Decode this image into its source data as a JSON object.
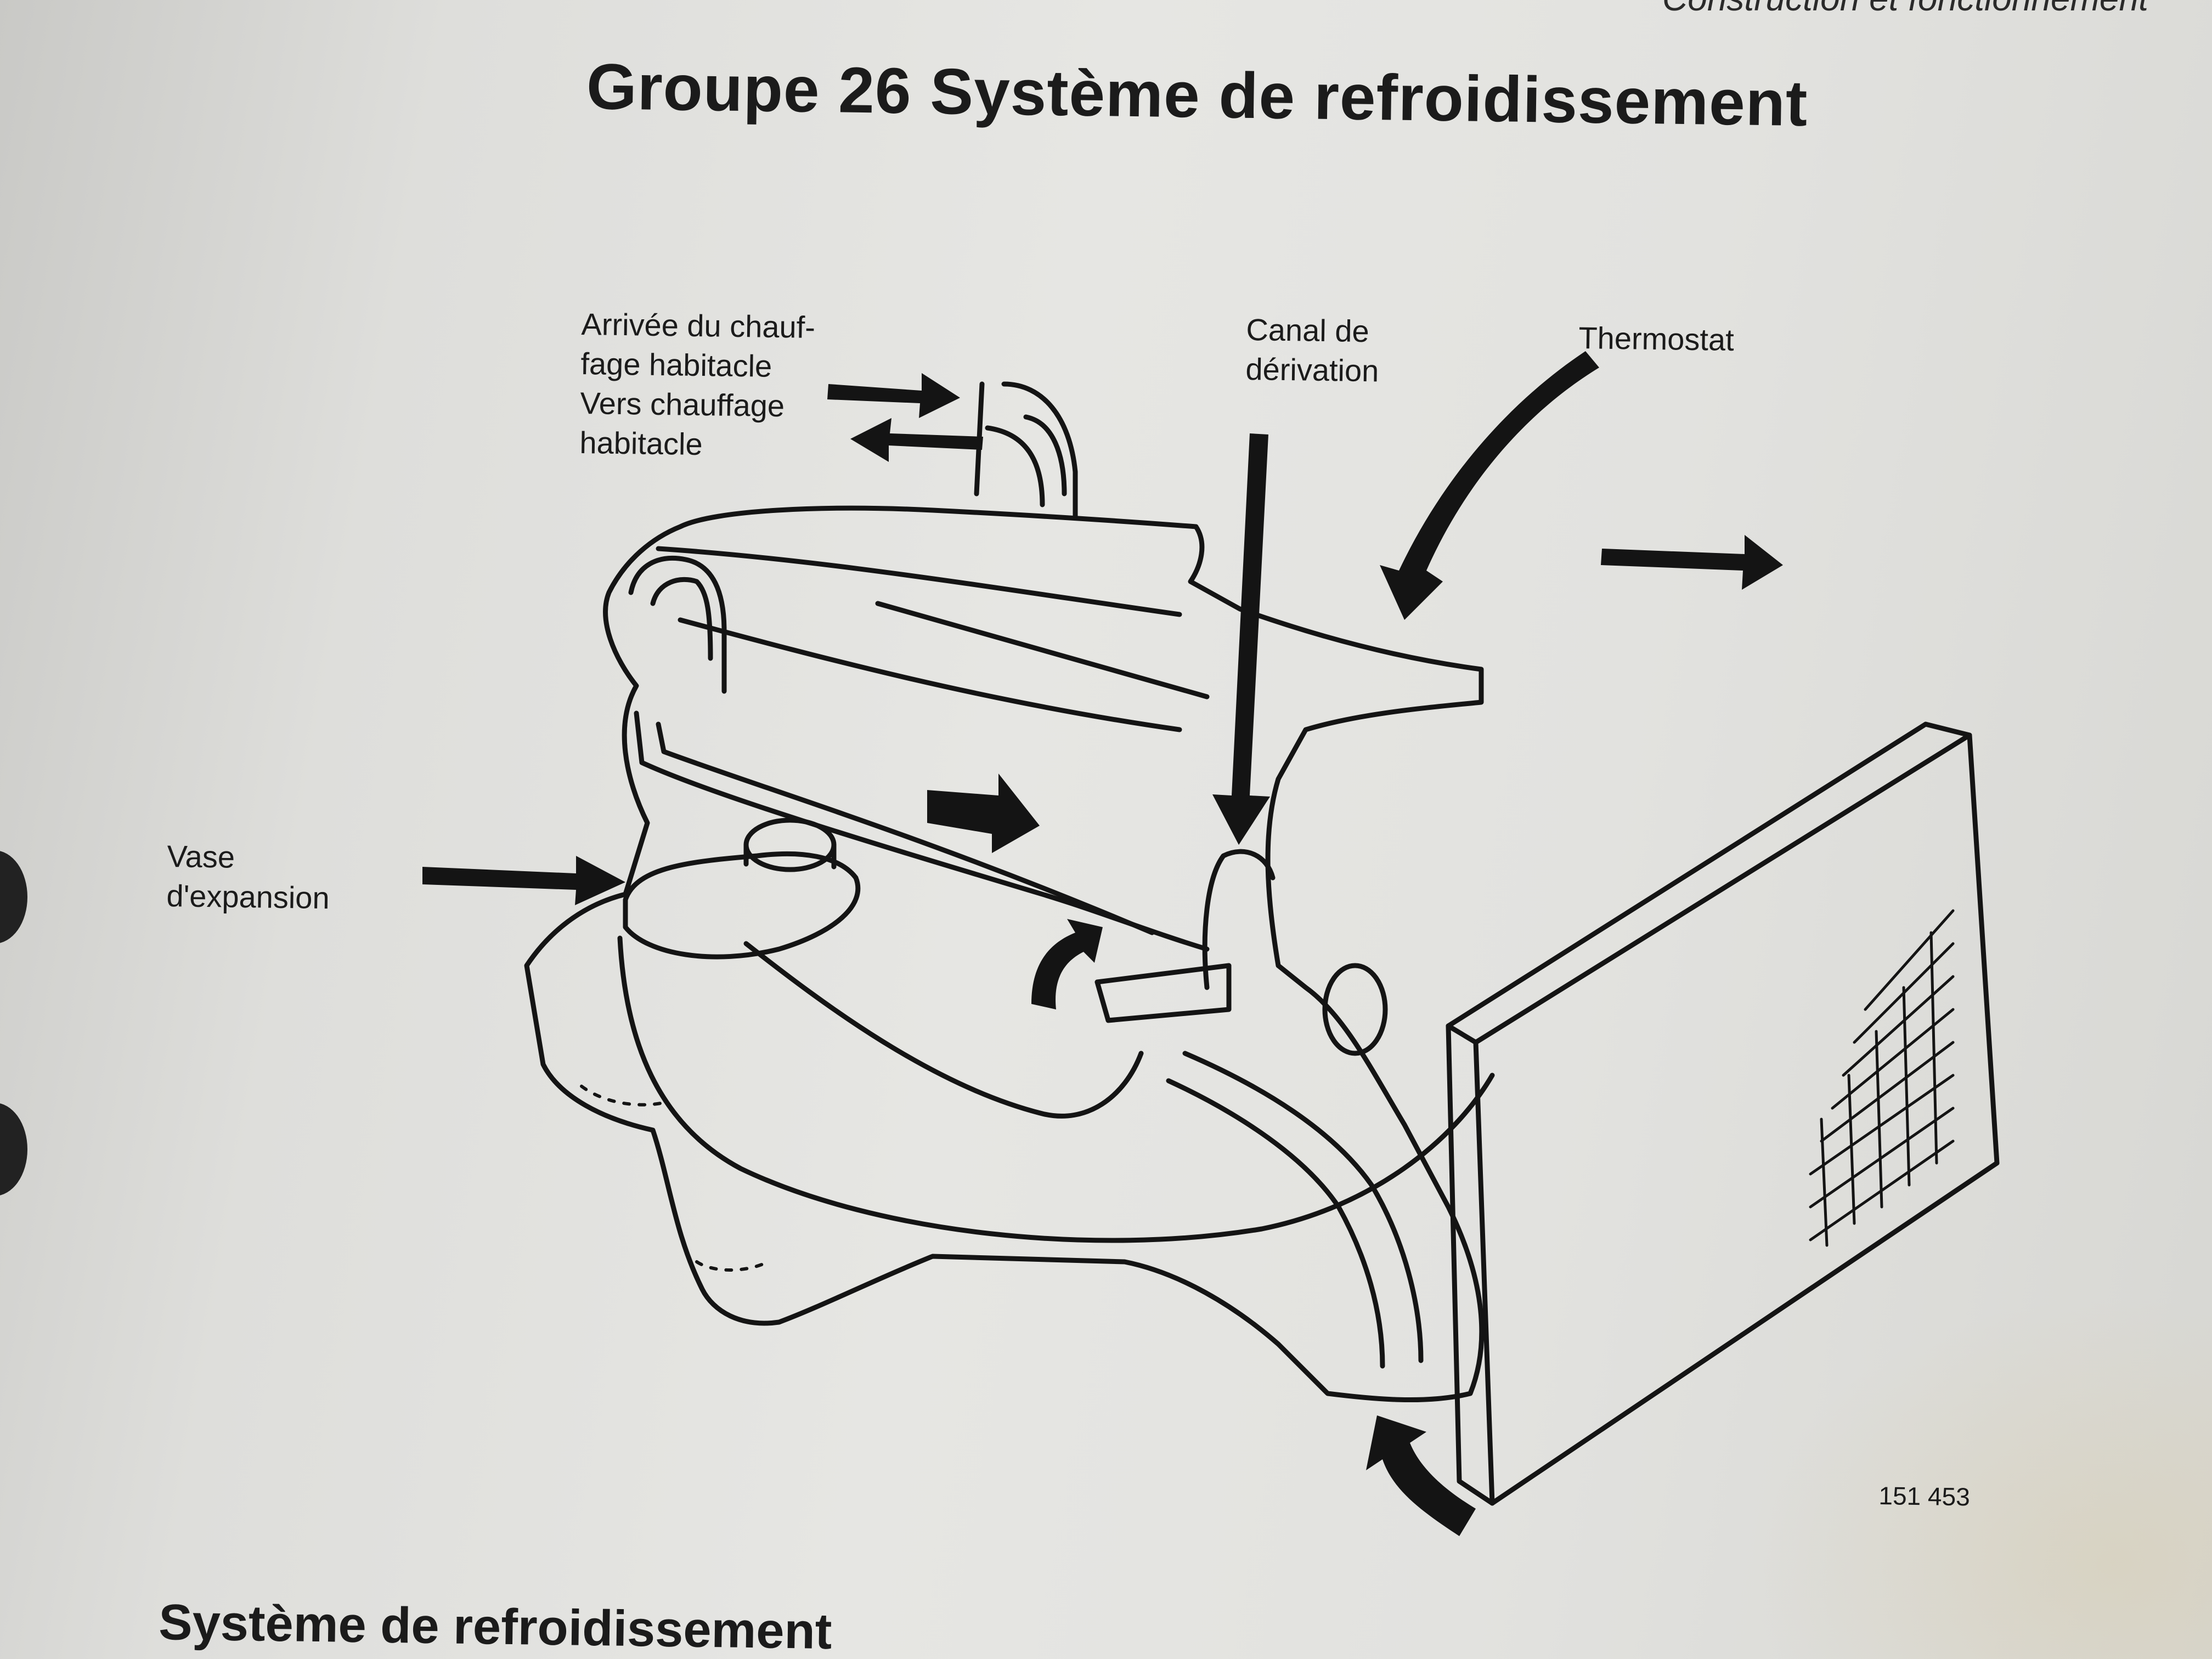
{
  "running_head": "Construction et fonctionnement",
  "title": "Groupe 26 Système de refroidissement",
  "labels": {
    "heater": [
      "Arrivée du chauf-",
      "fage habitacle",
      "Vers chauffage",
      "habitacle"
    ],
    "bypass": [
      "Canal de",
      "dérivation"
    ],
    "thermostat": "Thermostat",
    "expansion": [
      "Vase",
      "d'expansion"
    ]
  },
  "figure_number": "151 453",
  "section_heading": "Système de refroidissement",
  "icons": [
    "flow-arrow-icon",
    "engine-illustration",
    "radiator-illustration"
  ]
}
